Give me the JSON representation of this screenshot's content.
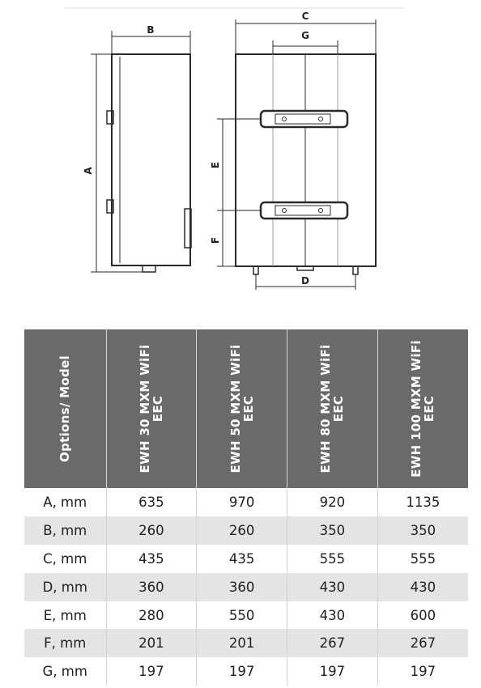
{
  "drawing": {
    "labels": {
      "a": "A",
      "b": "B",
      "c": "C",
      "d": "D",
      "e": "E",
      "f": "F",
      "g": "G"
    }
  },
  "table": {
    "header_corner": "Options/ Model",
    "models": [
      "EWH 30 MXM WiFi EEC",
      "EWH 50 MXM WiFi EEC",
      "EWH 80 MXM WiFi EEC",
      "EWH 100 MXM WiFi EEC"
    ],
    "rows": [
      {
        "option": "A, mm",
        "values": [
          "635",
          "970",
          "920",
          "1135"
        ]
      },
      {
        "option": "B, mm",
        "values": [
          "260",
          "260",
          "350",
          "350"
        ]
      },
      {
        "option": "C, mm",
        "values": [
          "435",
          "435",
          "555",
          "555"
        ]
      },
      {
        "option": "D, mm",
        "values": [
          "360",
          "360",
          "430",
          "430"
        ]
      },
      {
        "option": "E, mm",
        "values": [
          "280",
          "550",
          "430",
          "600"
        ]
      },
      {
        "option": "F, mm",
        "values": [
          "201",
          "201",
          "267",
          "267"
        ]
      },
      {
        "option": "G, mm",
        "values": [
          "197",
          "197",
          "197",
          "197"
        ]
      }
    ]
  }
}
